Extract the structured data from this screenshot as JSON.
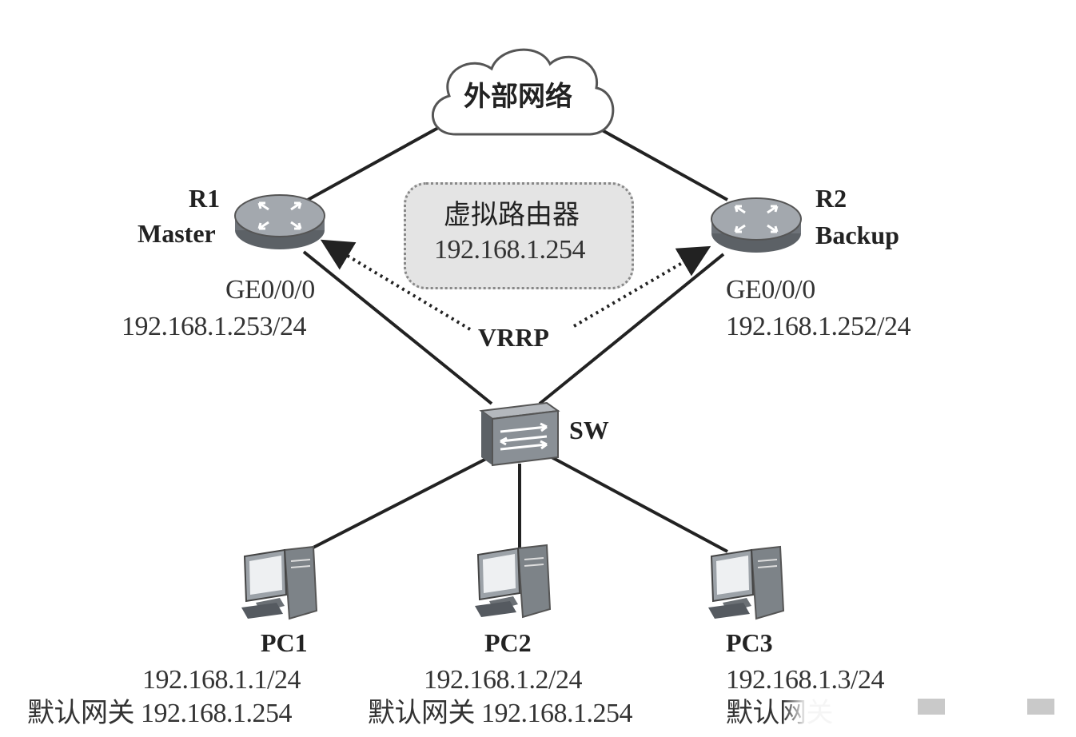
{
  "external_network": {
    "label": "外部网络"
  },
  "virtual_router": {
    "title": "虚拟路由器",
    "ip": "192.168.1.254"
  },
  "protocol": {
    "label": "VRRP"
  },
  "r1": {
    "name": "R1",
    "role": "Master",
    "interface": "GE0/0/0",
    "ip": "192.168.1.253/24"
  },
  "r2": {
    "name": "R2",
    "role": "Backup",
    "interface": "GE0/0/0",
    "ip": "192.168.1.252/24"
  },
  "switch": {
    "name": "SW"
  },
  "pcs": [
    {
      "name": "PC1",
      "ip": "192.168.1.1/24",
      "gateway": "默认网关 192.168.1.254"
    },
    {
      "name": "PC2",
      "ip": "192.168.1.2/24",
      "gateway": "默认网关 192.168.1.254"
    },
    {
      "name": "PC3",
      "ip": "192.168.1.3/24",
      "gateway": "默认网关"
    }
  ],
  "icons": {
    "cloud": "cloud-icon",
    "router": "router-icon",
    "switch": "switch-icon",
    "pc": "desktop-pc-icon"
  },
  "colors": {
    "line": "#222222",
    "device": "#8a8f95",
    "cloud_fill": "#ffffff",
    "virtual_box": "#e6e6e6"
  }
}
